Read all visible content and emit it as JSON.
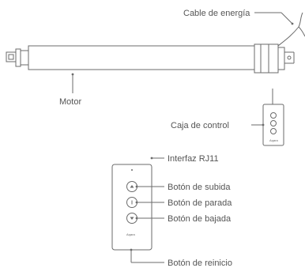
{
  "labels": {
    "power_cable": "Cable de energía",
    "motor": "Motor",
    "control_box": "Caja de control",
    "rj11": "Interfaz RJ11",
    "up_button": "Botón de subida",
    "stop_button": "Botón de parada",
    "down_button": "Botón de bajada",
    "reset_button": "Botón de reinicio"
  },
  "brand": "Aqara",
  "colors": {
    "line": "#6b6b6b",
    "text": "#555555",
    "background": "#ffffff"
  }
}
